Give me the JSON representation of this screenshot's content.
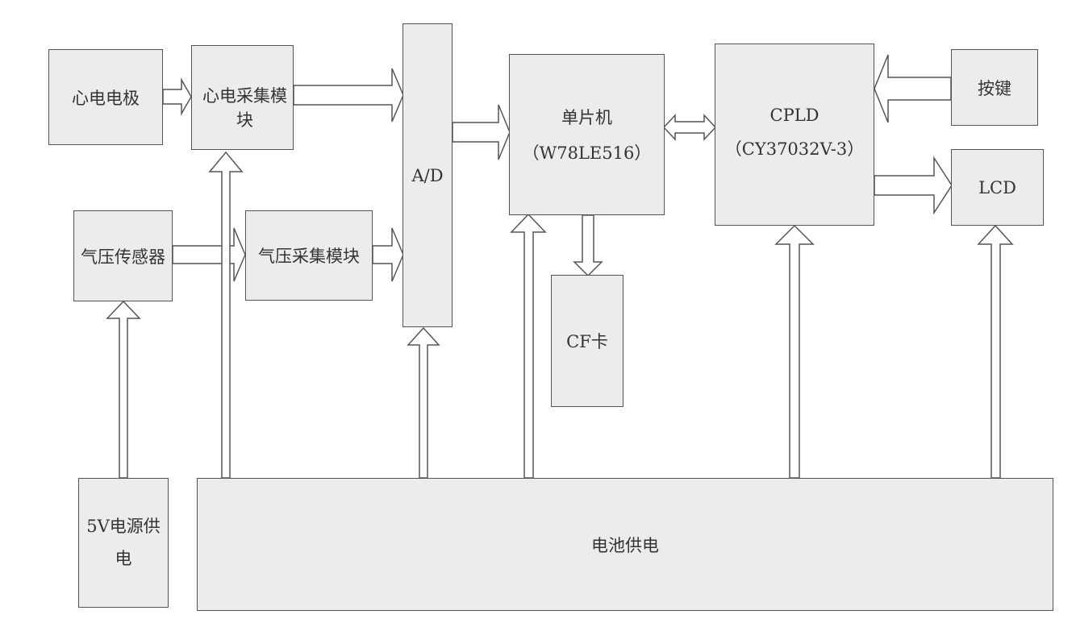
{
  "blocks": {
    "ecg_electrode": "心电电极",
    "ecg_module": "心电采集模块",
    "pressure_sensor": "气压传感器",
    "pressure_module": "气压采集模块",
    "adc": "A/D",
    "mcu_name": "单片机",
    "mcu_model": "（W78LE516）",
    "cf_card": "CF卡",
    "cpld_name": "CPLD",
    "cpld_model": "（CY37032V-3）",
    "keys": "按键",
    "lcd": "LCD",
    "power_5v_line1": "5V电源供",
    "power_5v_line2": "电",
    "battery": "电池供电"
  }
}
